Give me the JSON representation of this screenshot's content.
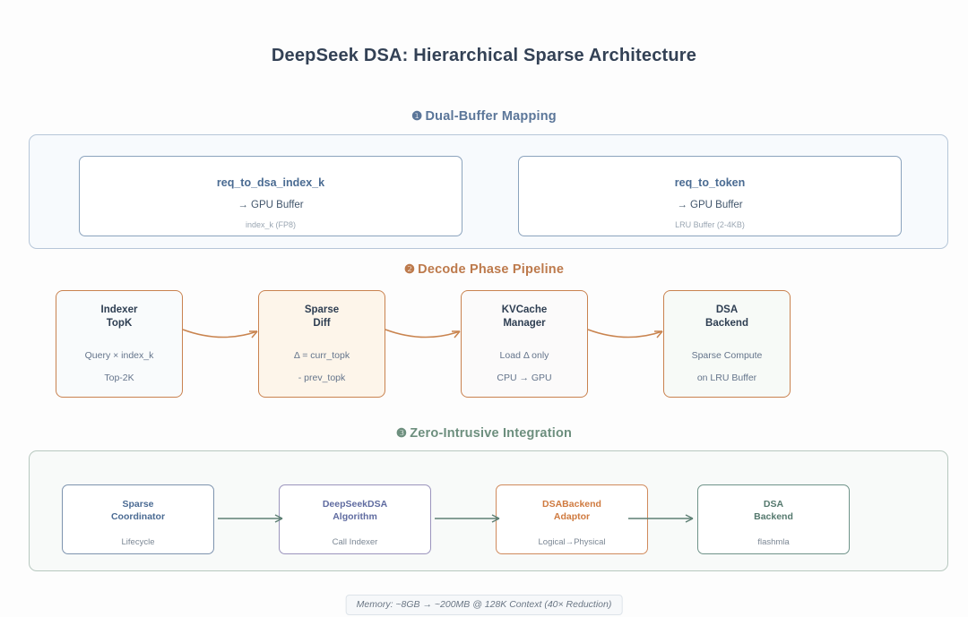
{
  "page": {
    "title": "DeepSeek DSA: Hierarchical Sparse Architecture"
  },
  "sections": [
    {
      "number": "❶",
      "heading": "Dual-Buffer Mapping",
      "accent": "#5b7699",
      "cards": [
        {
          "title": "req_to_dsa_index_k",
          "subtitle": "→ GPU Buffer",
          "note": "index_k (FP8)"
        },
        {
          "title": "req_to_token",
          "subtitle": "→ GPU Buffer",
          "note": "LRU Buffer (2-4KB)"
        }
      ]
    },
    {
      "number": "❷",
      "heading": "Decode Phase Pipeline",
      "accent": "#bd7a4c",
      "arrow_color": "#c9844f",
      "cards": [
        {
          "title_line1": "Indexer",
          "title_line2": "TopK",
          "line1": "Query × index_k",
          "line2": "Top-2K",
          "fill": "#f9fbfc"
        },
        {
          "title_line1": "Sparse",
          "title_line2": "Diff",
          "line1": "Δ = curr_topk",
          "line2": "- prev_topk",
          "fill": "#fdf5ea"
        },
        {
          "title_line1": "KVCache",
          "title_line2": "Manager",
          "line1": "Load Δ only",
          "line2": "CPU → GPU",
          "fill": "#fbfafa"
        },
        {
          "title_line1": "DSA",
          "title_line2": "Backend",
          "line1": "Sparse Compute",
          "line2": "on LRU Buffer",
          "fill": "#f7faf7"
        }
      ]
    },
    {
      "number": "❸",
      "heading": "Zero-Intrusive Integration",
      "accent": "#6d8f7e",
      "arrow_color": "#5d7f74",
      "cards": [
        {
          "title_line1": "Sparse",
          "title_line2": "Coordinator",
          "note": "Lifecycle",
          "border": "#7d93ae"
        },
        {
          "title_line1": "DeepSeekDSA",
          "title_line2": "Algorithm",
          "note": "Call Indexer",
          "border": "#9b94bd"
        },
        {
          "title_line1": "DSABackend",
          "title_line2": "Adaptor",
          "note": "Logical→Physical",
          "border": "#d08a5c"
        },
        {
          "title_line1": "DSA",
          "title_line2": "Backend",
          "note": "flashmla",
          "border": "#6f9389"
        }
      ]
    }
  ],
  "footer": {
    "text": "Memory: ~8GB → ~200MB @ 128K Context (40× Reduction)"
  }
}
